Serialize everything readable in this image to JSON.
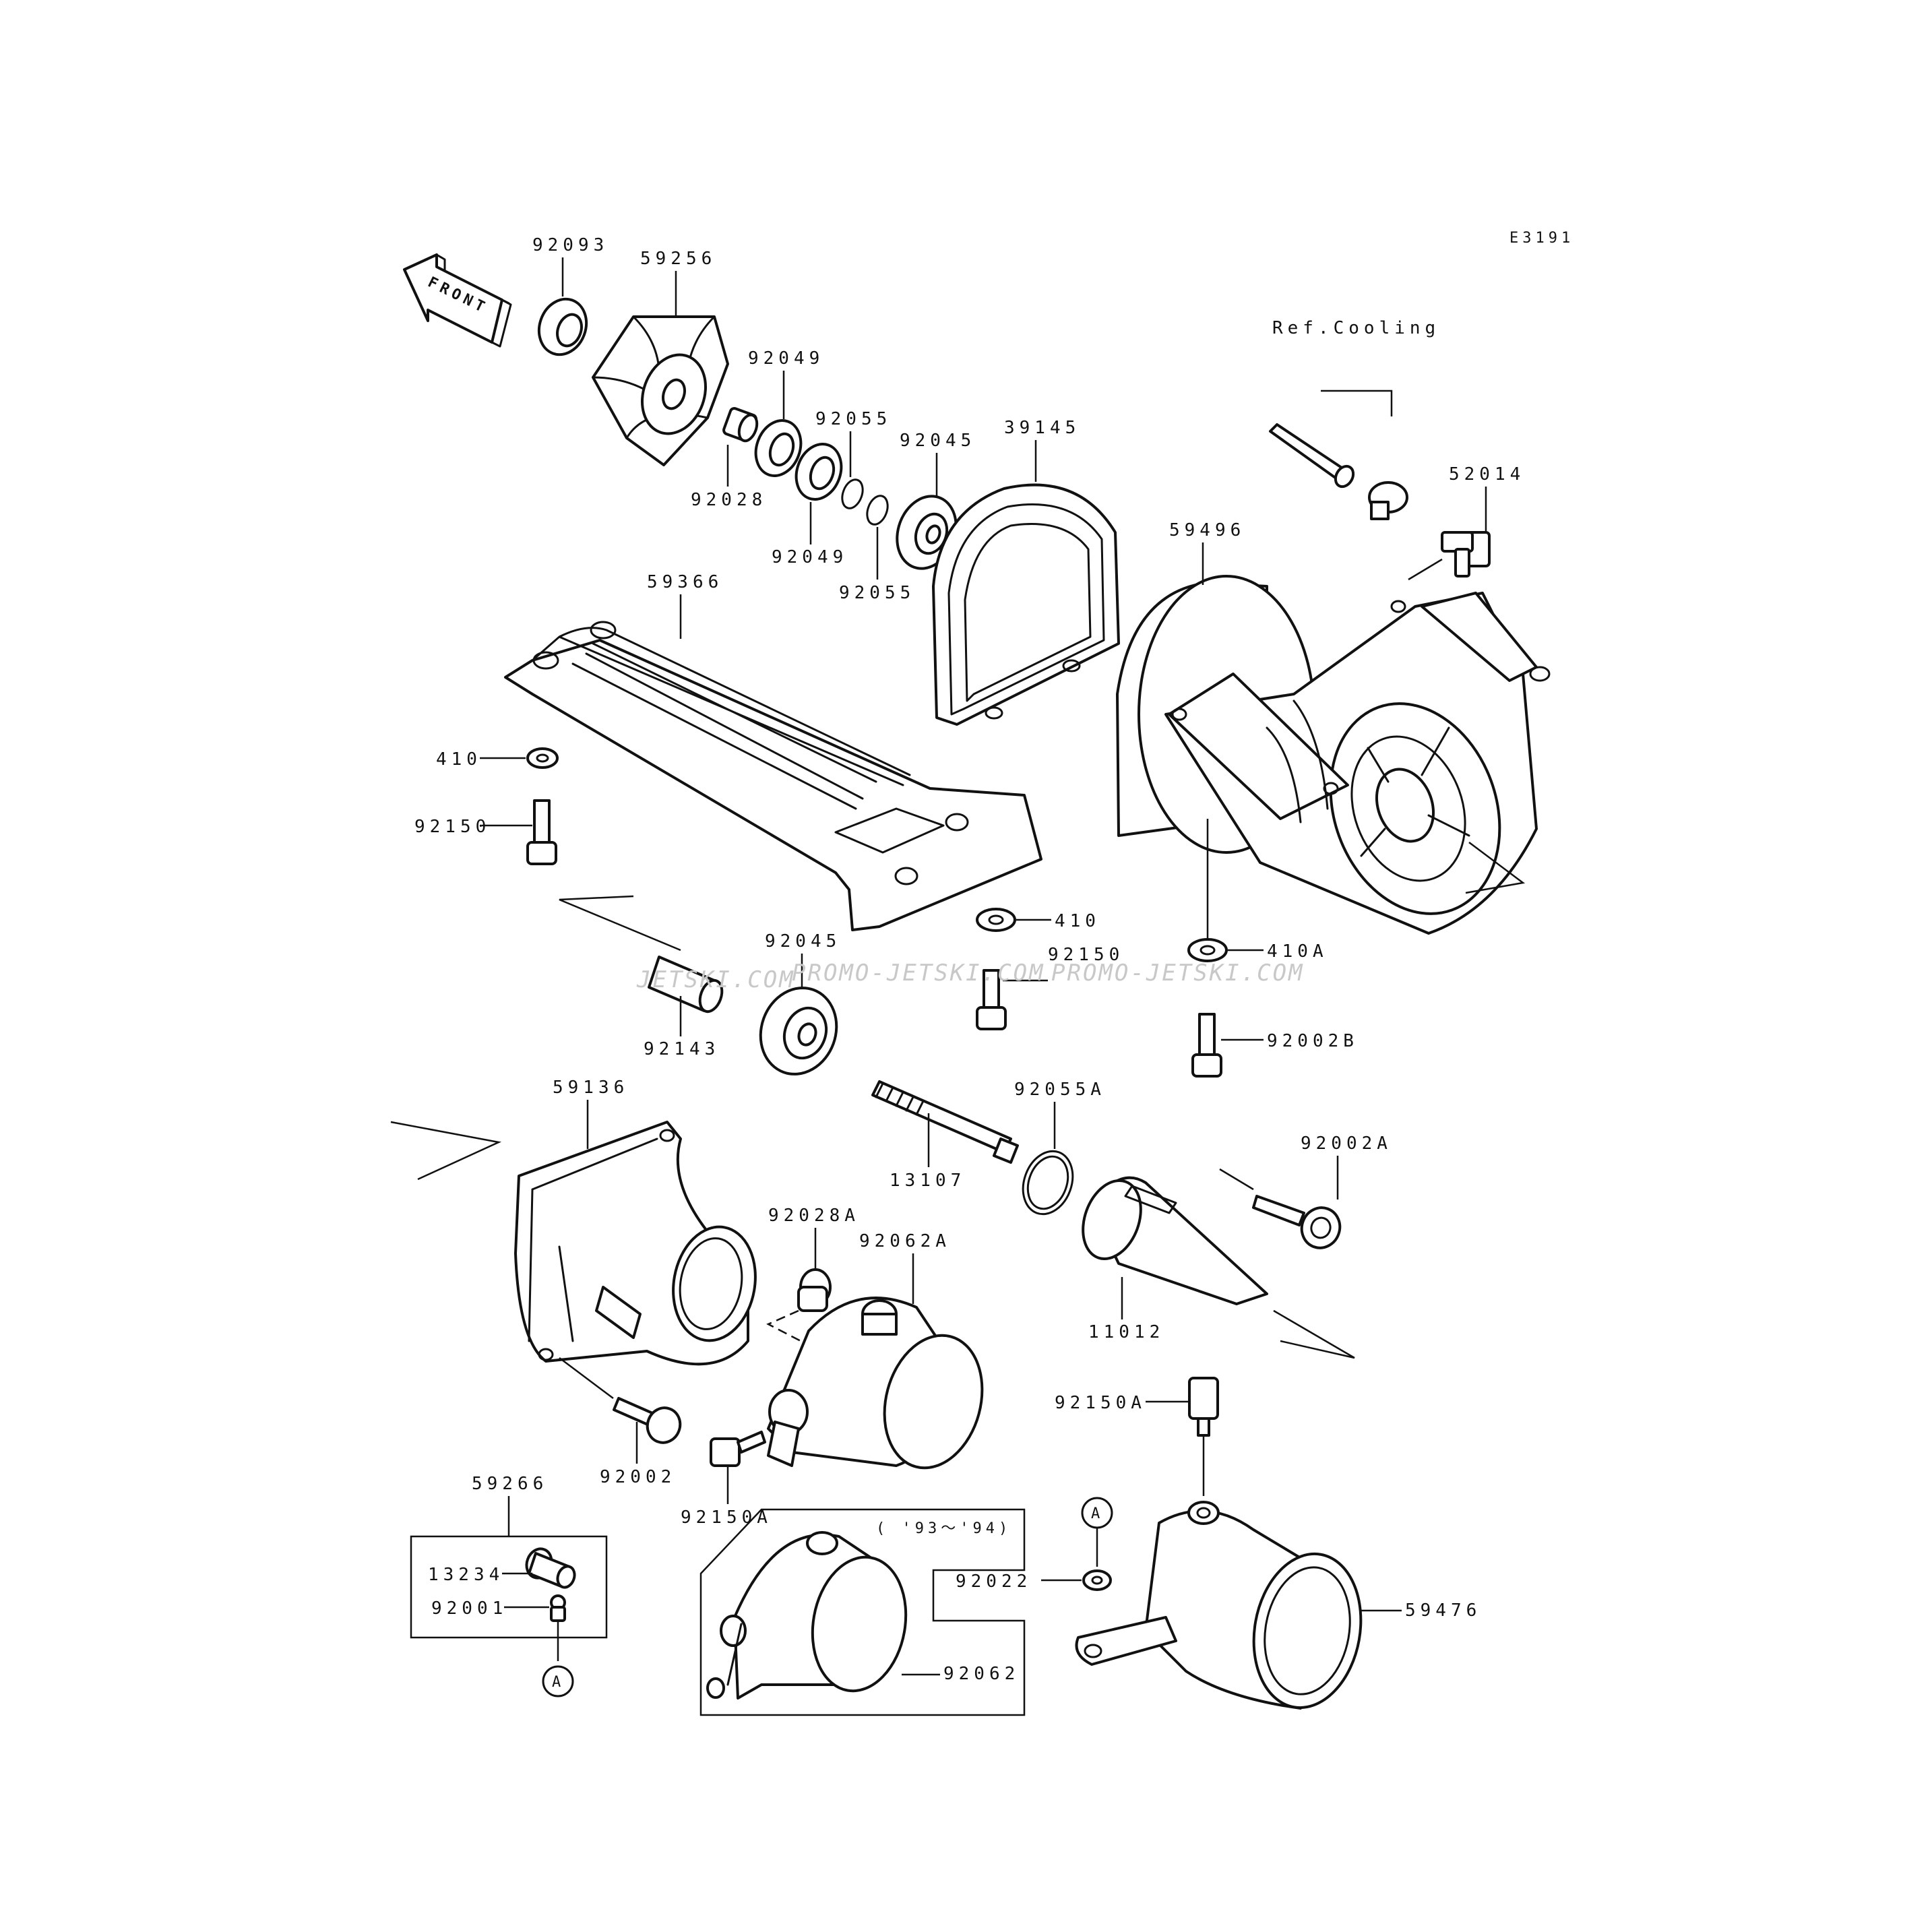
{
  "diagram": {
    "ref_code": "E3191",
    "front_label": "FRONT",
    "ref_cooling": "Ref.Cooling",
    "year_note": "( '93～'94)",
    "watermarks": [
      "JETSKI.COM",
      "PROMO-JETSKI.COM",
      "PROMO-JETSKI.COM"
    ],
    "callout_letter": "A",
    "parts": {
      "p92093": "92093",
      "p59256": "59256",
      "p92049a": "92049",
      "p92055a": "92055",
      "p92045a": "92045",
      "p39145": "39145",
      "p92028": "92028",
      "p92049b": "92049",
      "p92055b": "92055",
      "p52014": "52014",
      "p59496": "59496",
      "p59366": "59366",
      "p410a": "410",
      "p92150a": "92150",
      "p410b": "410",
      "p92045b": "92045",
      "p92150b": "92150",
      "p410A": "410A",
      "p92143": "92143",
      "p92002B": "92002B",
      "p59136": "59136",
      "p92055A": "92055A",
      "p13107": "13107",
      "p92002A": "92002A",
      "p92028A": "92028A",
      "p92062A": "92062A",
      "p11012": "11012",
      "p92150Aa": "92150A",
      "p92002": "92002",
      "p92150Ab": "92150A",
      "p59266": "59266",
      "p13234": "13234",
      "p92001": "92001",
      "p92022": "92022",
      "p59476": "59476",
      "p92062": "92062"
    }
  }
}
